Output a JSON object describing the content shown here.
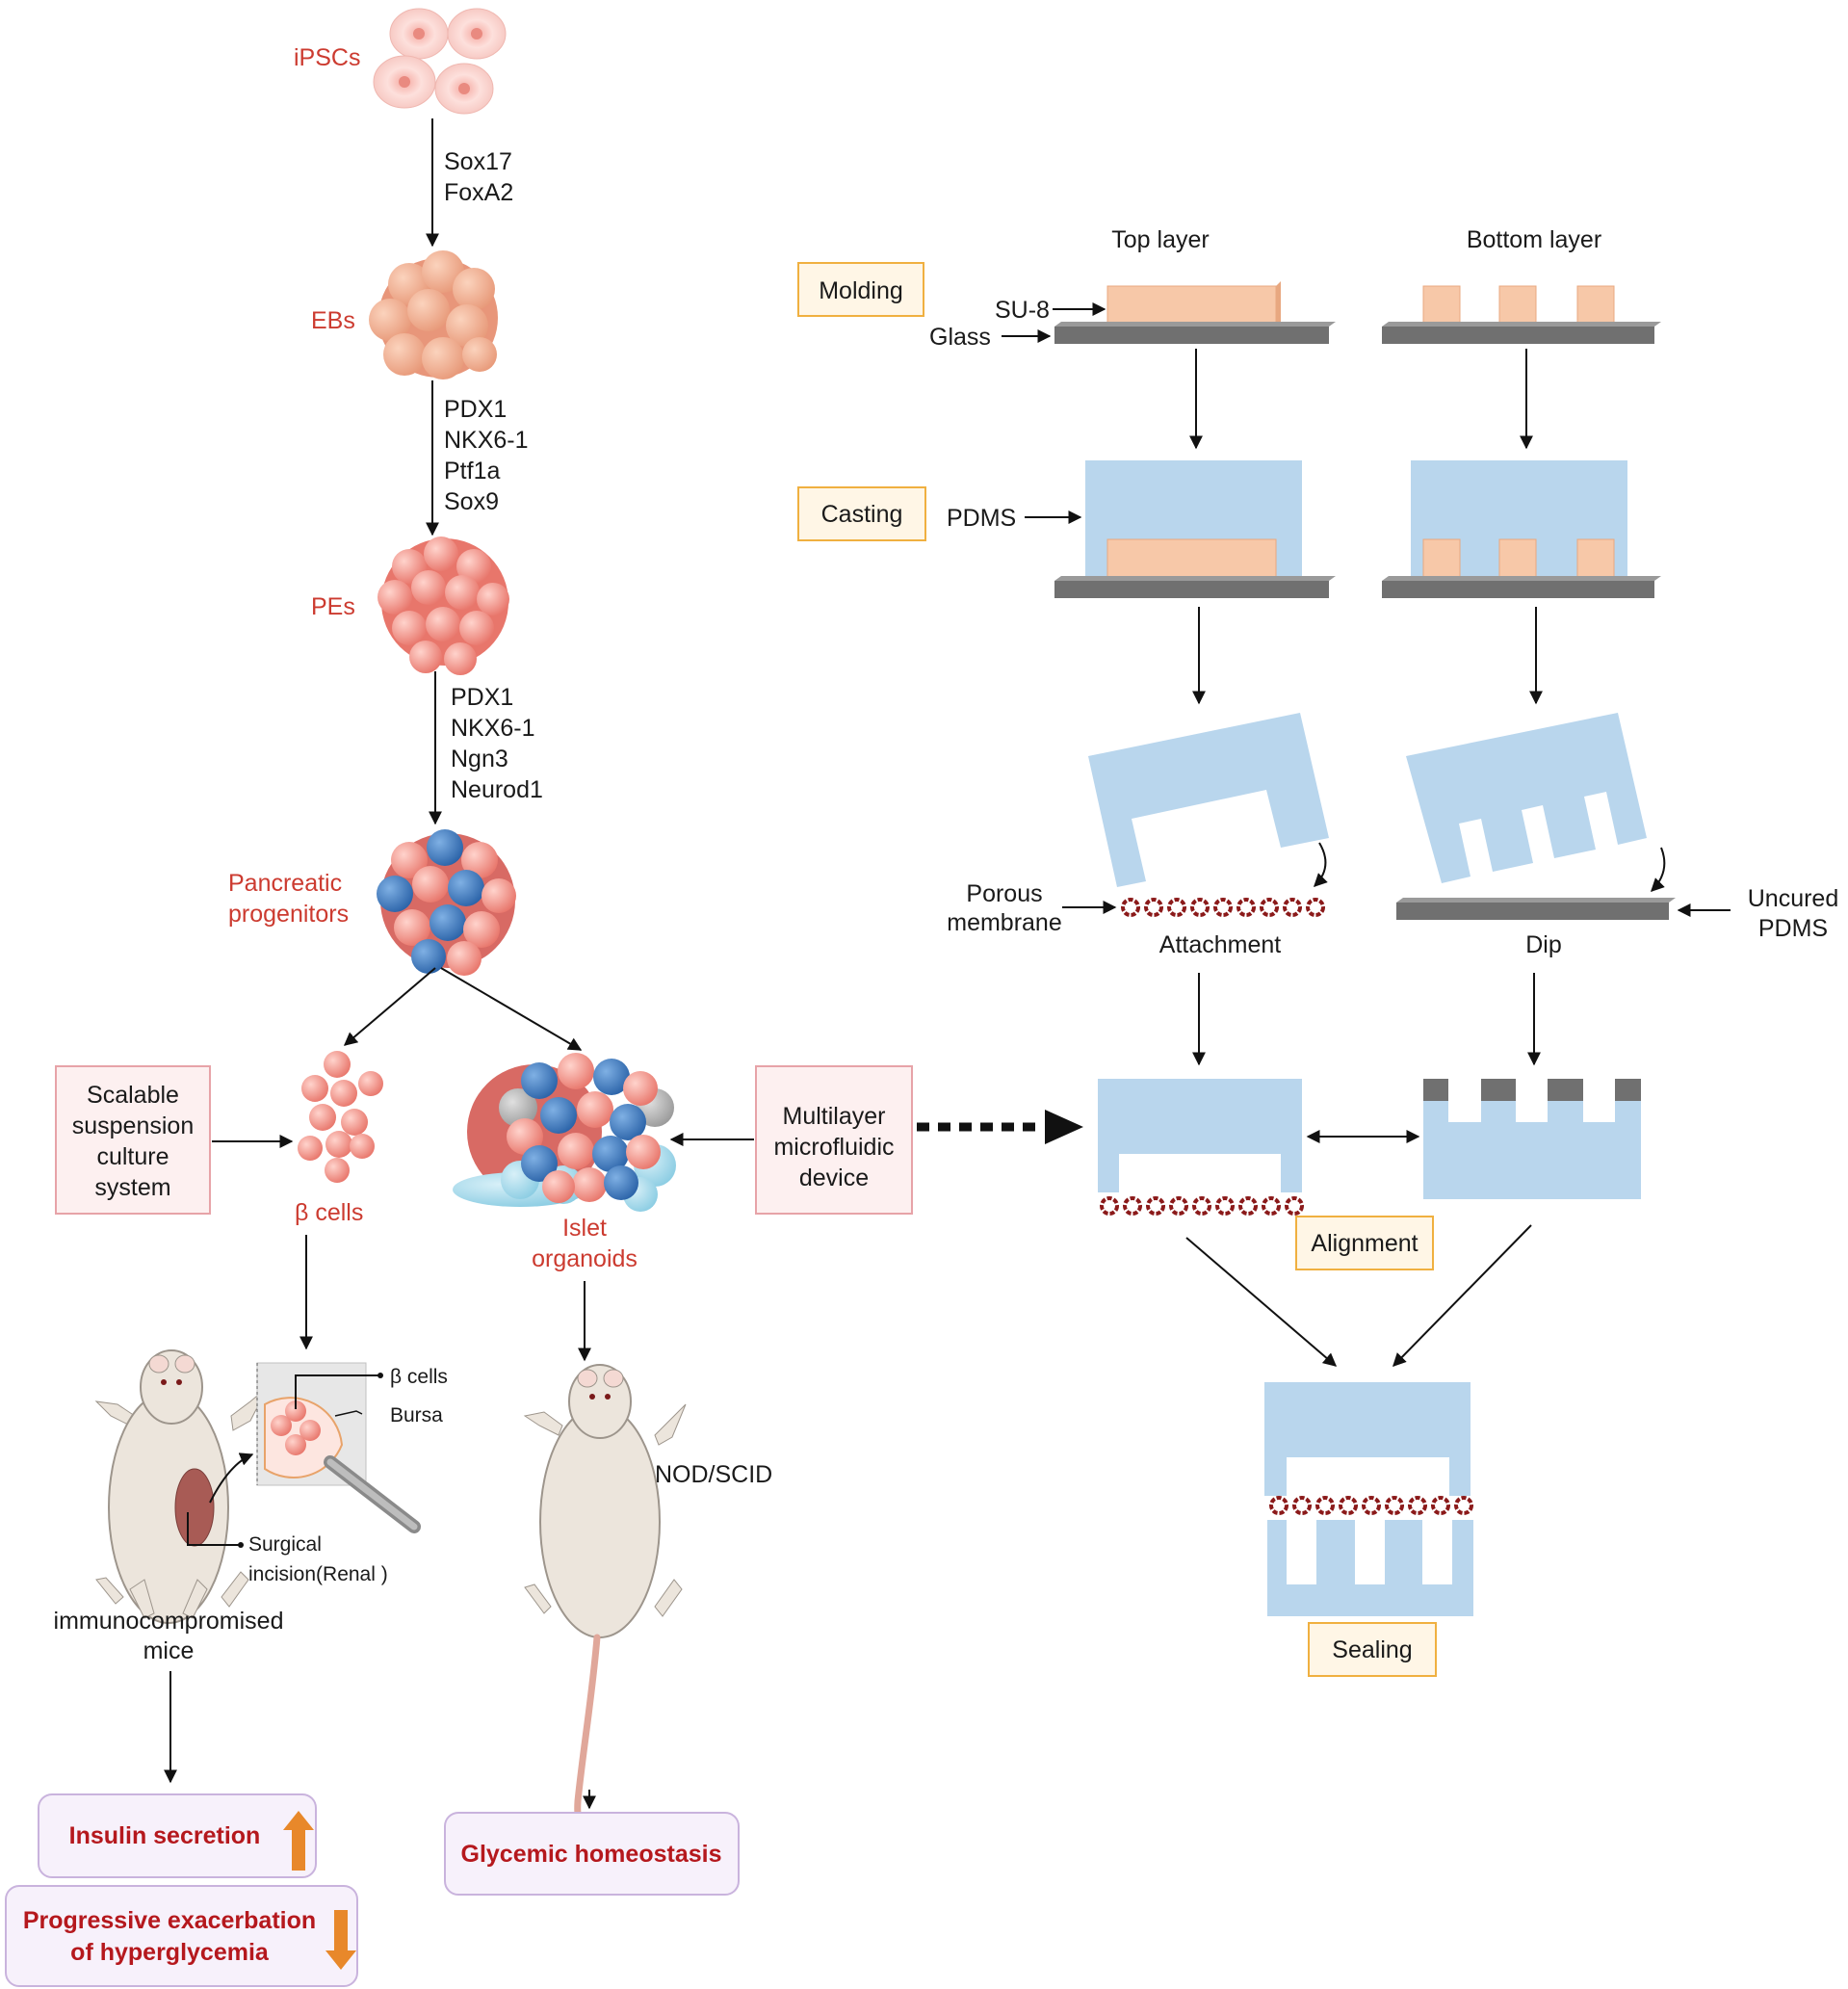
{
  "colors": {
    "red_label": "#cc3b30",
    "dark_red_text": "#b5181d",
    "pdms_blue": "#b9d6ed",
    "su8_peach": "#f7c8a8",
    "glass_gray": "#707070",
    "step_box_border": "#f0b040",
    "step_box_fill": "#fff6e6",
    "pink_box_border": "#e7a3a8",
    "pink_box_fill": "#fdf0f0",
    "purple_box_border": "#c9b3dd",
    "purple_box_fill": "#f7f1fb",
    "cell_salmon": "#f08a80",
    "cell_blue": "#3a78c0",
    "orange_arrow": "#e8882a"
  },
  "left": {
    "stages": {
      "ipscs": "iPSCs",
      "ebs": "EBs",
      "pes": "PEs",
      "progenitors": [
        "Pancreatic",
        "progenitors"
      ],
      "beta_cells": "β cells",
      "islet_organoids": [
        "Islet",
        "organoids"
      ]
    },
    "factors": {
      "step1": [
        "Sox17",
        "FoxA2"
      ],
      "step2": [
        "PDX1",
        "NKX6-1",
        "Ptf1a",
        "Sox9"
      ],
      "step3": [
        "PDX1",
        "NKX6-1",
        "Ngn3",
        "Neurod1"
      ]
    },
    "culture_box": [
      "Scalable",
      "suspension",
      "culture",
      "system"
    ],
    "device_box": [
      "Multilayer",
      "microfluidic",
      "device"
    ],
    "mouse1": {
      "inset_beta": "β cells",
      "inset_bursa": "Bursa",
      "incision": [
        "Surgical",
        "incision(Renal )"
      ],
      "label": [
        "immunocompromised",
        "mice"
      ]
    },
    "mouse2": {
      "label": "NOD/SCID"
    },
    "outcomes": {
      "insulin": "Insulin secretion",
      "hyperglycemia": [
        "Progressive exacerbation",
        "of hyperglycemia"
      ],
      "glycemic": "Glycemic homeostasis"
    }
  },
  "right": {
    "columns": {
      "top": "Top layer",
      "bottom": "Bottom layer"
    },
    "steps": {
      "molding": "Molding",
      "casting": "Casting",
      "alignment": "Alignment",
      "sealing": "Sealing"
    },
    "labels": {
      "su8": "SU-8",
      "glass": "Glass",
      "pdms": "PDMS",
      "porous": [
        "Porous",
        "membrane"
      ],
      "attachment": "Attachment",
      "dip": "Dip",
      "uncured": [
        "Uncured",
        "PDMS"
      ]
    }
  }
}
